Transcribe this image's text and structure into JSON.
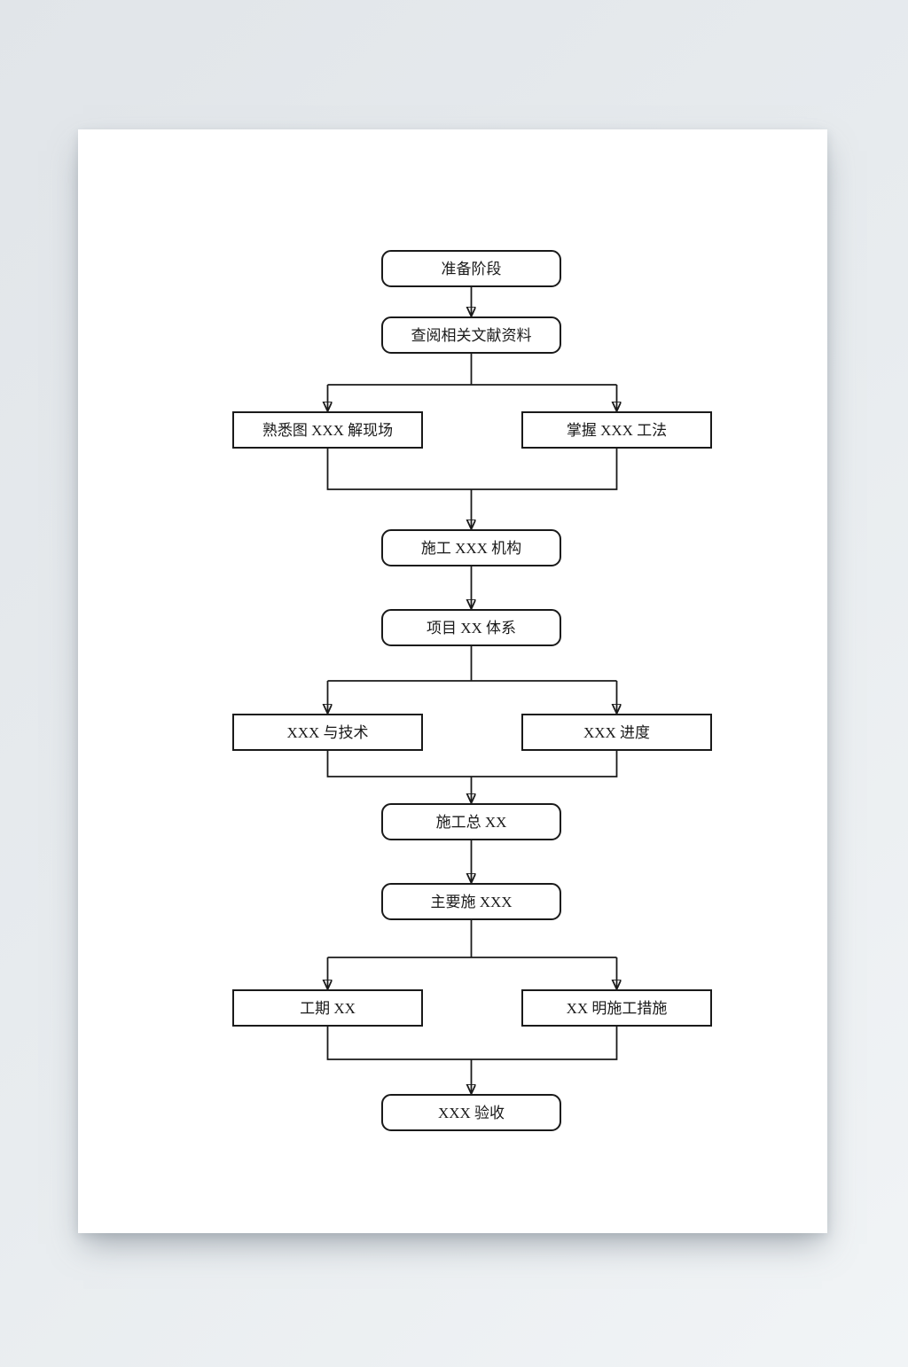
{
  "page": {
    "kind": "document-preview",
    "colors": {
      "background_top": "#e1e5e9",
      "background_bottom": "#f1f4f6",
      "sheet": "#ffffff",
      "line": "#1a1a1a",
      "node_fill": "#ffffff",
      "text": "#1a1a1a"
    }
  },
  "flowchart": {
    "nodes": [
      {
        "id": "n1",
        "label": "准备阶段",
        "shape": "rounded"
      },
      {
        "id": "n2",
        "label": "查阅相关文献资料",
        "shape": "rounded"
      },
      {
        "id": "n3",
        "label": "熟悉图 XXX 解现场",
        "shape": "rect"
      },
      {
        "id": "n4",
        "label": "掌握 XXX 工法",
        "shape": "rect"
      },
      {
        "id": "n5",
        "label": "施工 XXX 机构",
        "shape": "rounded"
      },
      {
        "id": "n6",
        "label": "项目 XX 体系",
        "shape": "rounded"
      },
      {
        "id": "n7",
        "label": "XXX 与技术",
        "shape": "rect"
      },
      {
        "id": "n8",
        "label": "XXX 进度",
        "shape": "rect"
      },
      {
        "id": "n9",
        "label": "施工总 XX",
        "shape": "rounded"
      },
      {
        "id": "n10",
        "label": "主要施 XXX",
        "shape": "rounded"
      },
      {
        "id": "n11",
        "label": "工期 XX",
        "shape": "rect"
      },
      {
        "id": "n12",
        "label": "XX 明施工措施",
        "shape": "rect"
      },
      {
        "id": "n13",
        "label": "XXX 验收",
        "shape": "rounded"
      }
    ],
    "edges": [
      [
        "n1",
        "n2"
      ],
      [
        "n2",
        "n3"
      ],
      [
        "n2",
        "n4"
      ],
      [
        "n3",
        "n5"
      ],
      [
        "n4",
        "n5"
      ],
      [
        "n5",
        "n6"
      ],
      [
        "n6",
        "n7"
      ],
      [
        "n6",
        "n8"
      ],
      [
        "n7",
        "n9"
      ],
      [
        "n8",
        "n9"
      ],
      [
        "n9",
        "n10"
      ],
      [
        "n10",
        "n11"
      ],
      [
        "n10",
        "n12"
      ],
      [
        "n11",
        "n13"
      ],
      [
        "n12",
        "n13"
      ]
    ]
  }
}
